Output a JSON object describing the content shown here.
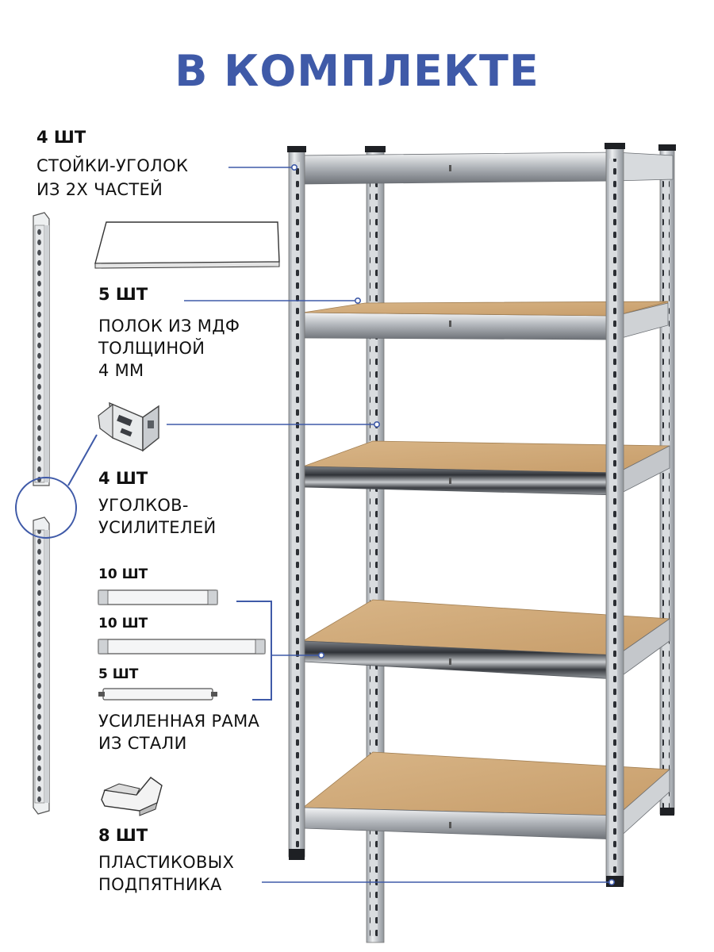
{
  "title": "В КОМПЛЕКТЕ",
  "colors": {
    "accent": "#3f5aa8",
    "text": "#111111",
    "shelf_wood": "#d2aa7a",
    "steel": "#c9ccd0"
  },
  "items": [
    {
      "quantity": "4 ШТ",
      "label_lines": [
        "СТОЙКИ-УГОЛОК",
        "ИЗ 2Х ЧАСТЕЙ"
      ],
      "icon": "angle-post-icon"
    },
    {
      "quantity": "5 ШТ",
      "label_lines": [
        "ПОЛОК ИЗ МДФ",
        "ТОЛЩИНОЙ",
        "4 ММ"
      ],
      "icon": "mdf-board-icon"
    },
    {
      "quantity": "4 ШТ",
      "label_lines": [
        "УГОЛКОВ-",
        "УСИЛИТЕЛЕЙ"
      ],
      "icon": "corner-bracket-icon"
    },
    {
      "quantity_parts": [
        "10 ШТ",
        "10 ШТ",
        "5 ШТ"
      ],
      "label_lines": [
        "УСИЛЕННАЯ РАМА",
        "ИЗ СТАЛИ"
      ],
      "icon": "steel-beam-icon"
    },
    {
      "quantity": "8 ШТ",
      "label_lines": [
        "ПЛАСТИКОВЫХ",
        "ПОДПЯТНИКА"
      ],
      "icon": "plastic-foot-icon"
    }
  ]
}
